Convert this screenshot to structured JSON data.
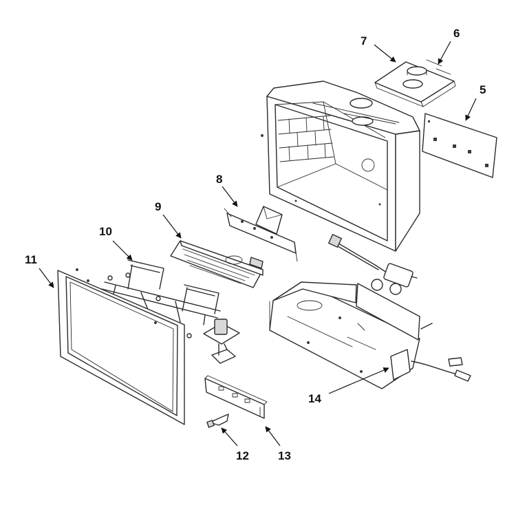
{
  "callouts": {
    "c5": "5",
    "c6": "6",
    "c7": "7",
    "c8": "8",
    "c9": "9",
    "c10": "10",
    "c11": "11",
    "c12": "12",
    "c13": "13",
    "c14": "14"
  },
  "colors": {
    "line": "#2a2a2a",
    "text": "#111111",
    "background": "#ffffff"
  }
}
